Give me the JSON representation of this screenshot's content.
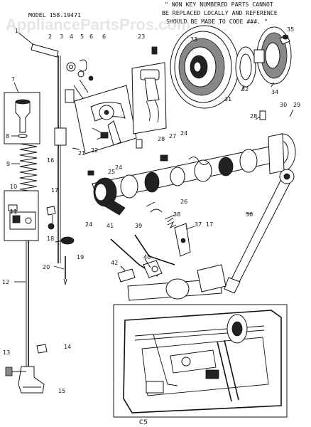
{
  "header": {
    "model": "MODEL 158.19471",
    "note_lines": [
      "\" NON KEY NUMBERED PARTS CANNOT",
      "BE REPLACED LOCALLY AND REFERENCE",
      "SHOULD BE MADE TO CODE ###. \""
    ]
  },
  "watermark": "AppliancePartsPros.com",
  "page_code": "C5",
  "callouts": [
    "1",
    "2",
    "3",
    "4",
    "5",
    "6",
    "6",
    "7",
    "8",
    "9",
    "10",
    "11",
    "12",
    "13",
    "14",
    "15",
    "16",
    "17",
    "17",
    "18",
    "19",
    "20",
    "21",
    "22",
    "23",
    "24",
    "24",
    "24",
    "25",
    "26",
    "27",
    "28",
    "28",
    "29",
    "30",
    "31",
    "32",
    "33",
    "34",
    "35",
    "36",
    "37",
    "38",
    "39",
    "40",
    "41",
    "42"
  ]
}
